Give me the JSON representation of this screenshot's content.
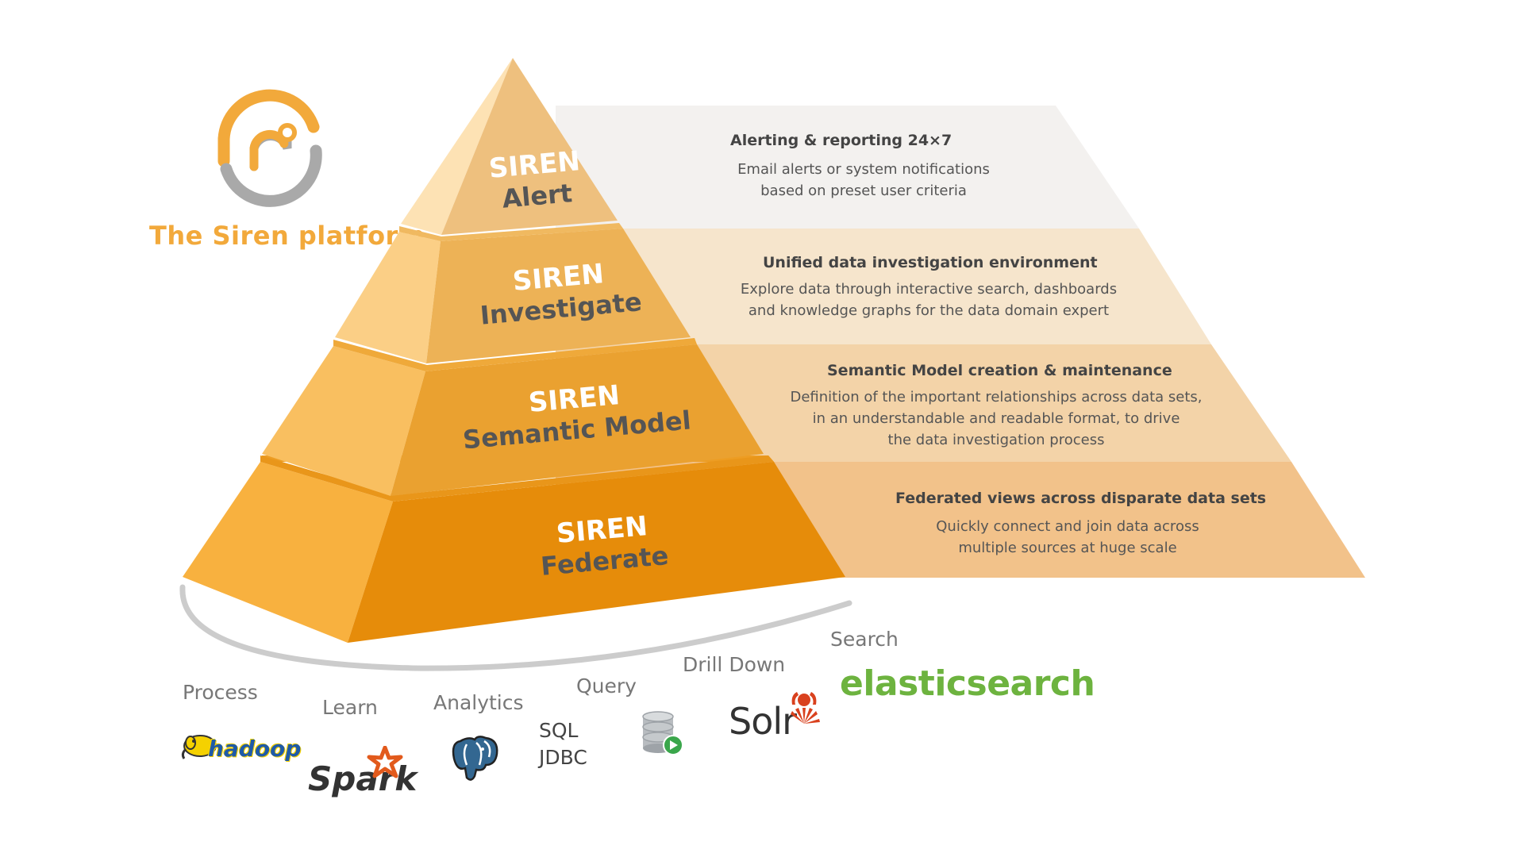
{
  "brand": {
    "title": "The Siren platform",
    "logo_icon": "siren-logo-icon",
    "accent_color": "#f2a93b"
  },
  "pyramid": {
    "levels": [
      {
        "brand": "SIREN",
        "name": "Alert",
        "panel_title": "Alerting & reporting 24×7",
        "panel_lines": [
          "Email alerts or system notifications",
          "based on preset user criteria"
        ],
        "panel_color": "#f3f1ef"
      },
      {
        "brand": "SIREN",
        "name": "Investigate",
        "panel_title": "Unified data investigation environment",
        "panel_lines": [
          "Explore data through interactive search, dashboards",
          "and knowledge graphs for the data domain expert"
        ],
        "panel_color": "#f6e5cc"
      },
      {
        "brand": "SIREN",
        "name": "Semantic Model",
        "panel_title": "Semantic Model creation & maintenance",
        "panel_lines": [
          "Definition of the important relationships across data sets,",
          "in an understandable and readable format, to drive",
          "the data investigation process"
        ],
        "panel_color": "#f3d3a8"
      },
      {
        "brand": "SIREN",
        "name": "Federate",
        "panel_title": "Federated views across disparate data sets",
        "panel_lines": [
          "Quickly connect and join data across",
          "multiple sources at huge scale"
        ],
        "panel_color": "#f2c28a"
      }
    ]
  },
  "tools": {
    "process": {
      "label": "Process",
      "logo": "hadoop",
      "icon": "hadoop-elephant-icon"
    },
    "learn": {
      "label": "Learn",
      "logo": "Spark",
      "icon": "spark-star-icon"
    },
    "analytics": {
      "label": "Analytics",
      "icon": "postgresql-elephant-icon"
    },
    "query": {
      "label": "Query",
      "lines": [
        "SQL",
        "JDBC"
      ]
    },
    "drilldown": {
      "label": "Drill Down",
      "logo": "Solr",
      "icon": "database-play-icon",
      "solr_icon": "solr-sun-icon"
    },
    "search": {
      "label": "Search",
      "logo": "elasticsearch"
    }
  }
}
